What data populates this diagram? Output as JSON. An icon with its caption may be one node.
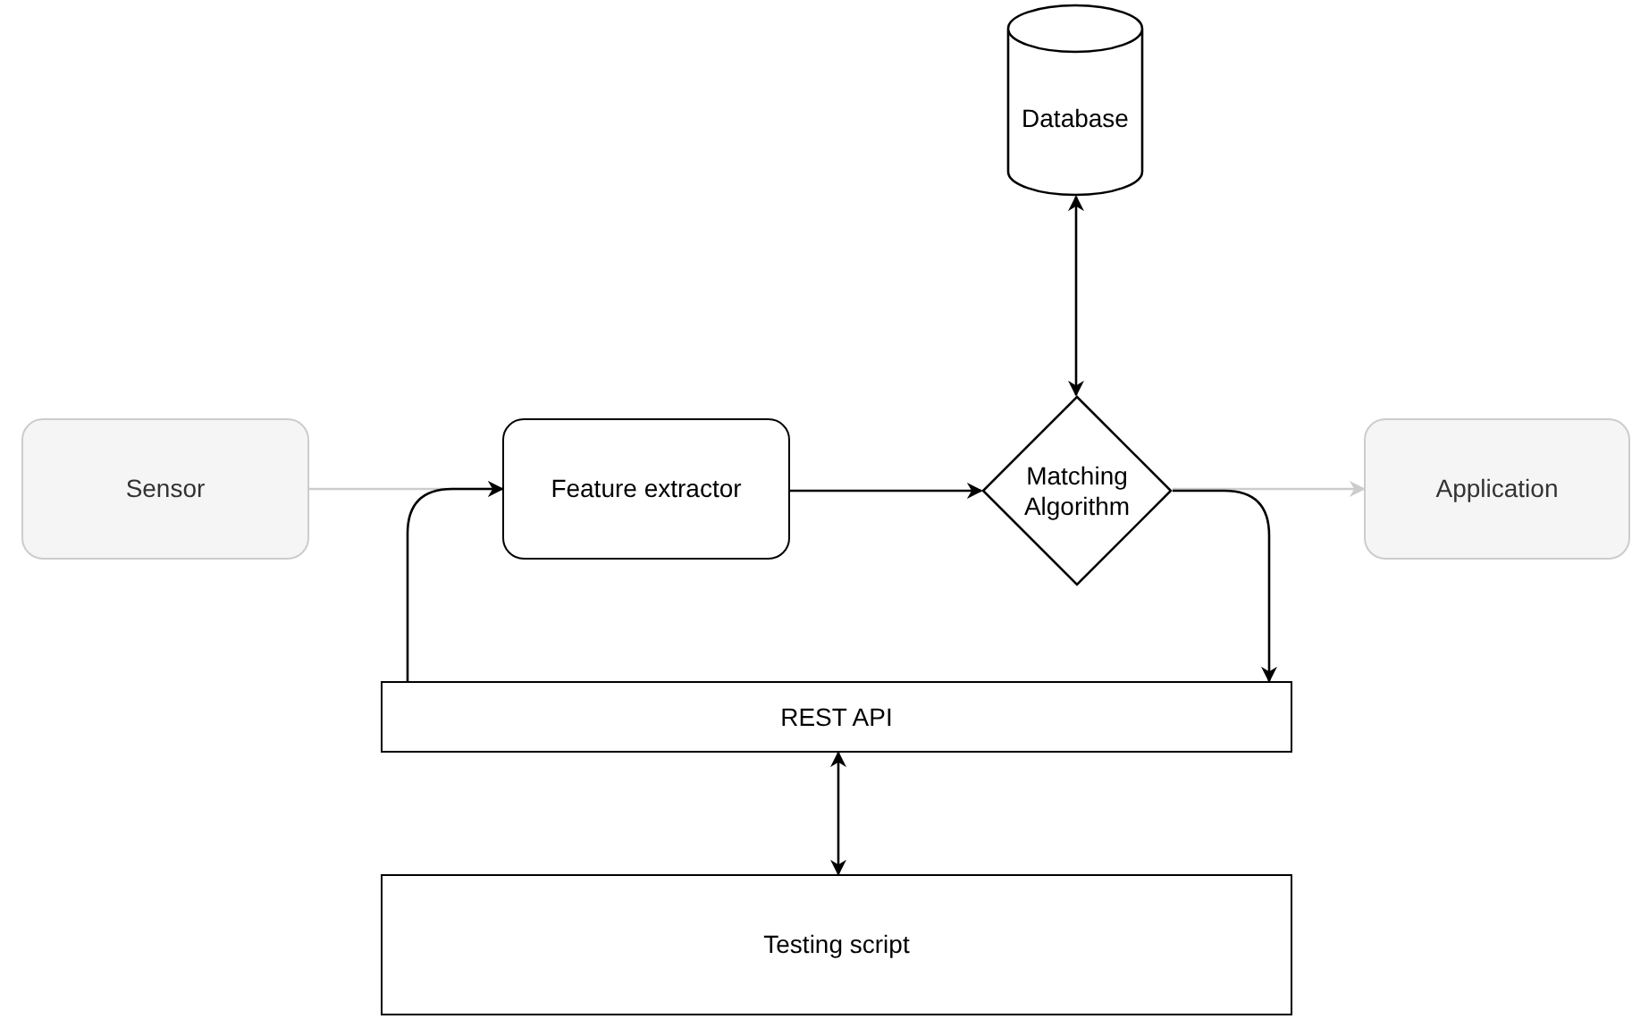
{
  "diagram": {
    "nodes": [
      {
        "text": [
          "Database"
        ]
      },
      {
        "text": [
          "Sensor"
        ]
      },
      {
        "text": [
          "Feature extractor"
        ]
      },
      {
        "text": [
          "Matching Algorithm"
        ]
      },
      {
        "text": [
          "Application"
        ]
      },
      {
        "text": [
          "REST API"
        ]
      },
      {
        "text": [
          "Testing script"
        ]
      }
    ],
    "edges": [
      {
        "from": 1,
        "to": 2,
        "arrow": "to",
        "color": "#cccccc"
      },
      {
        "from": 5,
        "to": 2,
        "arrow": "to"
      },
      {
        "from": 2,
        "to": 3,
        "arrow": "to"
      },
      {
        "from": 0,
        "to": 3,
        "arrow": "both"
      },
      {
        "from": 3,
        "to": 4,
        "arrow": "to",
        "color": "#cccccc"
      },
      {
        "from": 3,
        "to": 5,
        "arrow": "to"
      },
      {
        "from": 5,
        "to": 6,
        "arrow": "both"
      }
    ]
  }
}
